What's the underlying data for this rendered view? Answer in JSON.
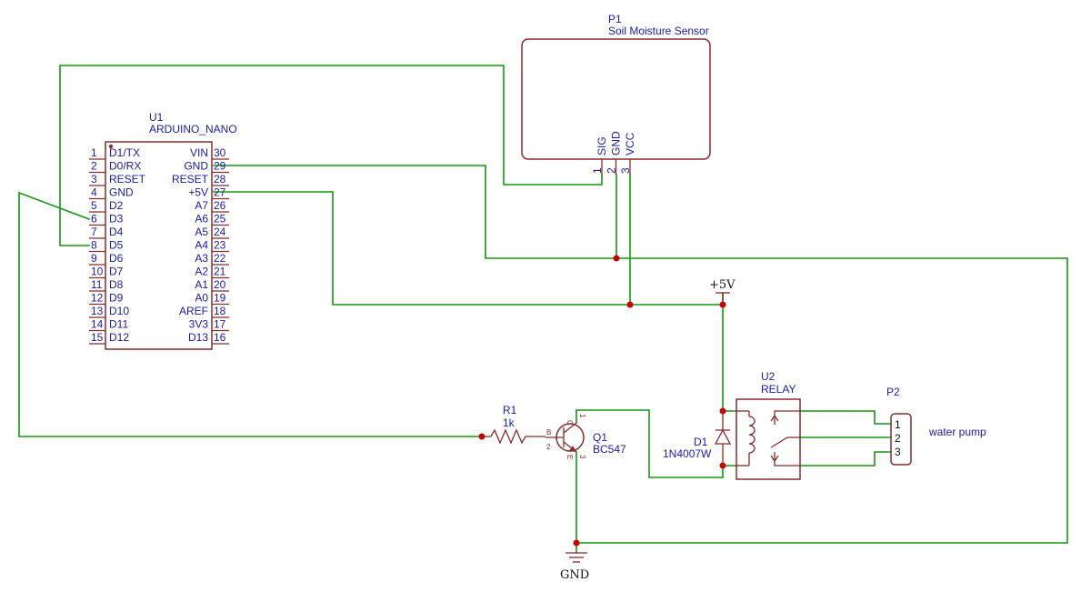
{
  "arduino": {
    "ref": "U1",
    "value": "ARDUINO_NANO",
    "left_pins": [
      {
        "num": "1",
        "name": "D1/TX"
      },
      {
        "num": "2",
        "name": "D0/RX"
      },
      {
        "num": "3",
        "name": "RESET"
      },
      {
        "num": "4",
        "name": "GND"
      },
      {
        "num": "5",
        "name": "D2"
      },
      {
        "num": "6",
        "name": "D3"
      },
      {
        "num": "7",
        "name": "D4"
      },
      {
        "num": "8",
        "name": "D5"
      },
      {
        "num": "9",
        "name": "D6"
      },
      {
        "num": "10",
        "name": "D7"
      },
      {
        "num": "11",
        "name": "D8"
      },
      {
        "num": "12",
        "name": "D9"
      },
      {
        "num": "13",
        "name": "D10"
      },
      {
        "num": "14",
        "name": "D11"
      },
      {
        "num": "15",
        "name": "D12"
      }
    ],
    "right_pins": [
      {
        "num": "30",
        "name": "VIN"
      },
      {
        "num": "29",
        "name": "GND"
      },
      {
        "num": "28",
        "name": "RESET"
      },
      {
        "num": "27",
        "name": "+5V"
      },
      {
        "num": "26",
        "name": "A7"
      },
      {
        "num": "25",
        "name": "A6"
      },
      {
        "num": "24",
        "name": "A5"
      },
      {
        "num": "23",
        "name": "A4"
      },
      {
        "num": "22",
        "name": "A3"
      },
      {
        "num": "21",
        "name": "A2"
      },
      {
        "num": "20",
        "name": "A1"
      },
      {
        "num": "19",
        "name": "A0"
      },
      {
        "num": "18",
        "name": "AREF"
      },
      {
        "num": "17",
        "name": "3V3"
      },
      {
        "num": "16",
        "name": "D13"
      }
    ]
  },
  "sensor": {
    "ref": "P1",
    "value": "Soil Moisture Sensor",
    "pins": [
      {
        "num": "1",
        "name": "SIG"
      },
      {
        "num": "2",
        "name": "GND"
      },
      {
        "num": "3",
        "name": "VCC"
      }
    ]
  },
  "resistor": {
    "ref": "R1",
    "value": "1k"
  },
  "transistor": {
    "ref": "Q1",
    "value": "BC547",
    "b": "B",
    "c": "C",
    "e": "E",
    "n1": "1",
    "n2": "2",
    "n3": "3"
  },
  "diode": {
    "ref": "D1",
    "value": "1N4007W"
  },
  "relay": {
    "ref": "U2",
    "value": "RELAY"
  },
  "connector": {
    "ref": "P2",
    "pins": [
      "1",
      "2",
      "3"
    ],
    "note": "water pump"
  },
  "power": {
    "vcc": "+5V",
    "gnd": "GND"
  },
  "colors": {
    "wire": "#119911",
    "component": "#8b2a2a",
    "label": "#1a1ab0",
    "junction": "#cc0000"
  }
}
